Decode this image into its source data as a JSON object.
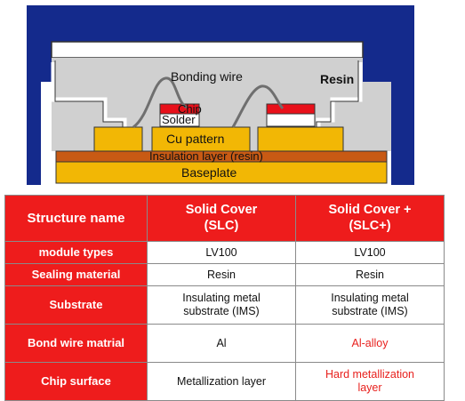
{
  "diagram": {
    "labels": {
      "bonding_wire": "Bonding wire",
      "resin": "Resin",
      "chip": "Chip",
      "solder": "Solder",
      "cu_pattern": "Cu pattern",
      "insulation_layer": "Insulation layer (resin)",
      "baseplate": "Baseplate"
    },
    "colors": {
      "case": "#142a8c",
      "resin_fill": "#d0d0d0",
      "cu_pattern": "#f2b705",
      "insulation": "#c85a14",
      "baseplate": "#f2b705",
      "chip": "#e8101a",
      "solder": "#ffffff",
      "wire": "#6f6f6f"
    }
  },
  "table": {
    "header": {
      "structure_name": "Structure name",
      "slc": [
        "Solid Cover",
        "(SLC)"
      ],
      "slc_plus": [
        "Solid Cover +",
        "(SLC+)"
      ]
    },
    "rows": [
      {
        "label": "module types",
        "slc": [
          "LV100"
        ],
        "slc_plus": [
          "LV100"
        ],
        "highlight": false
      },
      {
        "label": "Sealing material",
        "slc": [
          "Resin"
        ],
        "slc_plus": [
          "Resin"
        ],
        "highlight": false
      },
      {
        "label": "Substrate",
        "slc": [
          "Insulating metal",
          "substrate (IMS)"
        ],
        "slc_plus": [
          "Insulating metal",
          "substrate (IMS)"
        ],
        "highlight": false
      },
      {
        "label": "Bond wire matrial",
        "slc": [
          "Al"
        ],
        "slc_plus": [
          "Al-alloy"
        ],
        "highlight": true
      },
      {
        "label": "Chip surface",
        "slc": [
          "Metallization layer"
        ],
        "slc_plus": [
          "Hard metallization",
          "layer"
        ],
        "highlight": true
      }
    ],
    "colors": {
      "header_bg": "#ee1c1c",
      "accent_text": "#e8211e"
    }
  }
}
